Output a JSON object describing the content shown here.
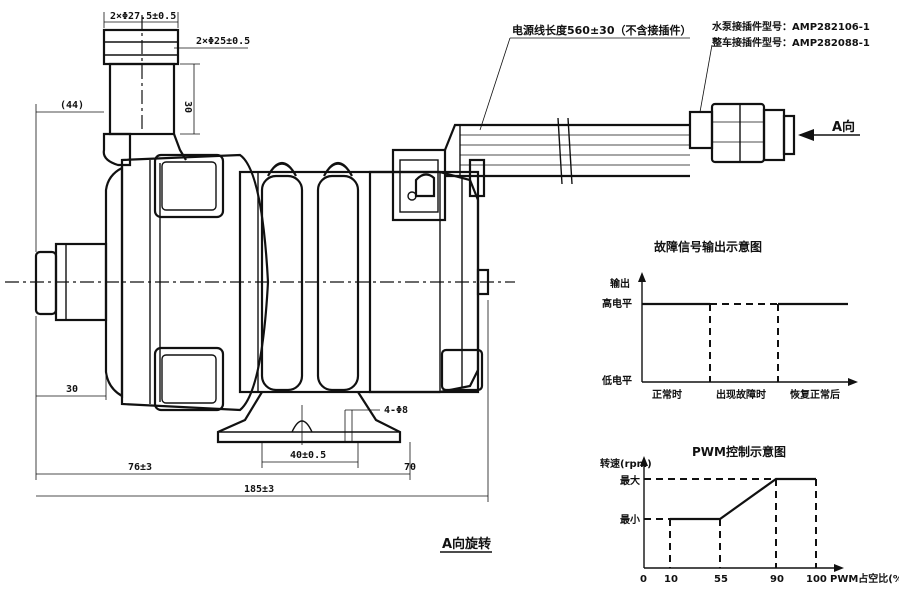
{
  "dimensions": {
    "outlet_diameter": "2×Φ27.5±0.5",
    "inlet_diameter": "2×Φ25±0.5",
    "outlet_height": "30",
    "offset_44": "(44)",
    "inlet_length": "30",
    "mount_hole": "4-Φ8",
    "bracket_spacing": "40±0.5",
    "length_76": "76±3",
    "length_70": "70",
    "total_length": "185±3"
  },
  "cable": {
    "length_note": "电源线长度560±30（不含接插件）",
    "pump_connector": "水泵接插件型号：AMP282106-1",
    "vehicle_connector": "整车接插件型号：AMP282088-1",
    "direction_label": "A向"
  },
  "rotation_label": "A向旋转",
  "fault_chart": {
    "title": "故障信号输出示意图",
    "y_axis": "输出",
    "high_label": "高电平",
    "low_label": "低电平",
    "phases": [
      "正常时",
      "出现故障时",
      "恢复正常后"
    ]
  },
  "pwm_chart": {
    "title": "PWM控制示意图",
    "y_axis": "转速(rpm)",
    "x_axis": "PWM占空比(%)",
    "y_max_label": "最大",
    "y_min_label": "最小",
    "x_ticks": [
      "0",
      "10",
      "55",
      "90",
      "100"
    ]
  }
}
